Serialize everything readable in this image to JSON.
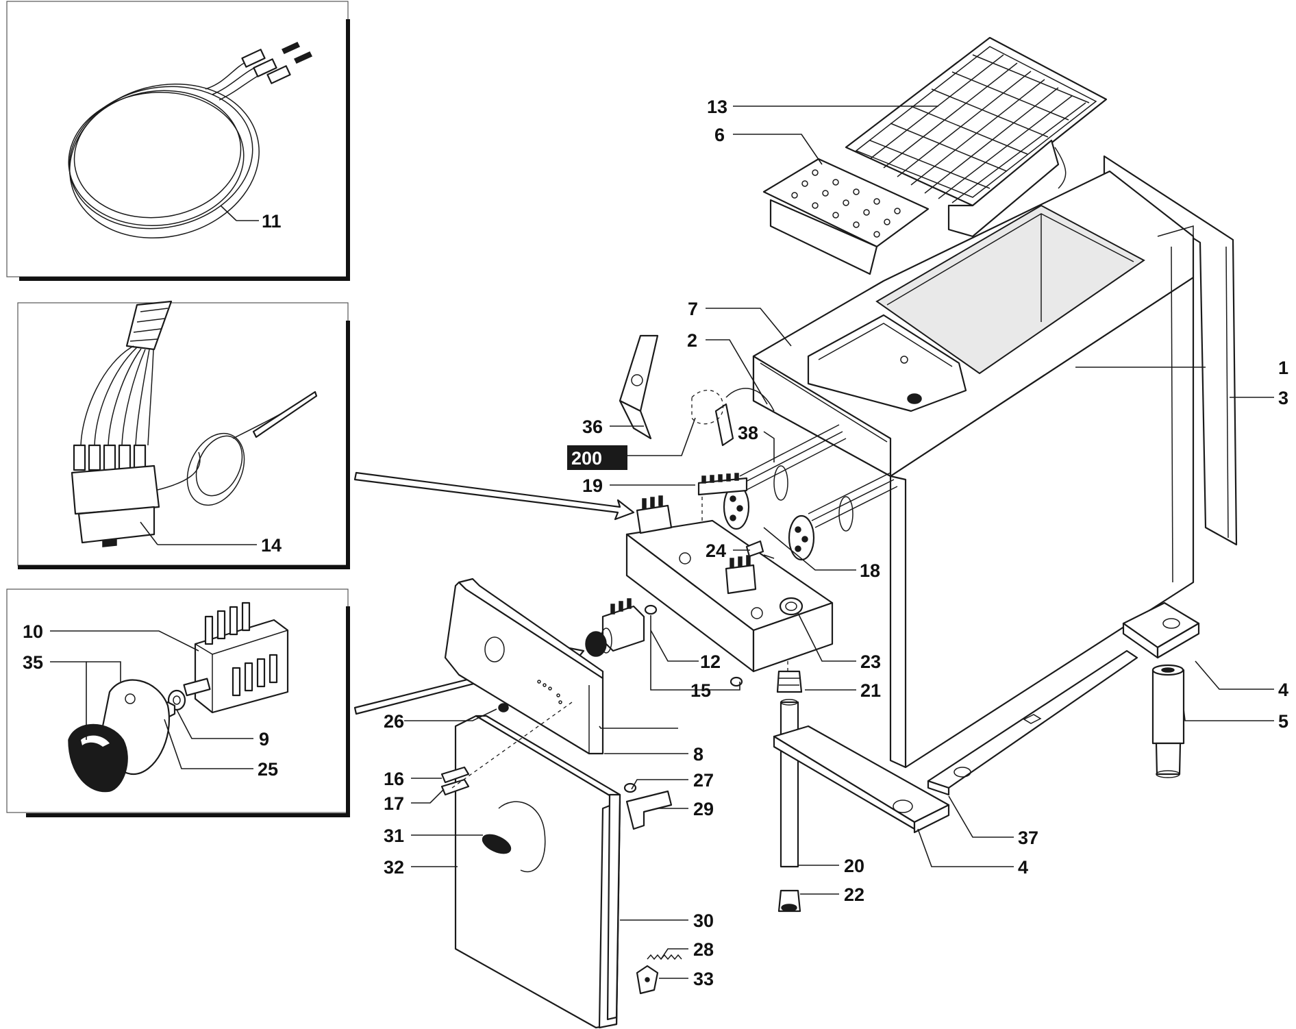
{
  "diagram": {
    "labels": {
      "l1": "1",
      "l2": "2",
      "l3": "3",
      "l4a": "4",
      "l4b": "4",
      "l5": "5",
      "l6": "6",
      "l7": "7",
      "l8": "8",
      "l9": "9",
      "l10": "10",
      "l11": "11",
      "l12": "12",
      "l13": "13",
      "l14": "14",
      "l15": "15",
      "l16": "16",
      "l17": "17",
      "l18": "18",
      "l19": "19",
      "l20": "20",
      "l21": "21",
      "l22": "22",
      "l23": "23",
      "l24": "24",
      "l25": "25",
      "l26": "26",
      "l27": "27",
      "l28": "28",
      "l29": "29",
      "l30": "30",
      "l31": "31",
      "l32": "32",
      "l33": "33",
      "l35": "35",
      "l36": "36",
      "l37": "37",
      "l38": "38",
      "l200": "200"
    },
    "colors": {
      "ink": "#1a1a1a",
      "background": "#ffffff",
      "highlight_badge": "#1a1a1a"
    }
  }
}
